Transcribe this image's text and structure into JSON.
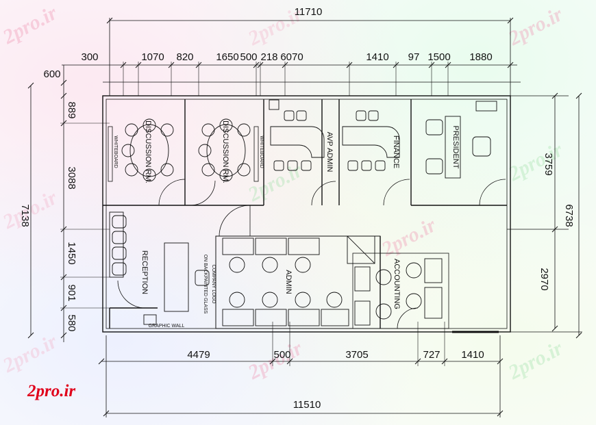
{
  "dimensions": {
    "top_total": "11710",
    "bottom_total": "11510",
    "top_row": [
      "300",
      "1070",
      "820",
      "1650",
      "500",
      "218",
      "6070",
      "1410",
      "97",
      "1500",
      "1880"
    ],
    "left_outer": "7138",
    "left_row": [
      "600",
      "889",
      "3088",
      "1450",
      "901",
      "580"
    ],
    "right_outer": "6738",
    "right_row": [
      "3759",
      "2970"
    ],
    "bottom_row": [
      "4479",
      "500",
      "3705",
      "727",
      "1410"
    ]
  },
  "rooms": {
    "discussion_1": "DISCUSSION RM.",
    "discussion_2": "DISCUSSION RM.",
    "whiteboard_1": "WHITEBOARD",
    "whiteboard_2": "WHITEBOARD",
    "avp_admin": "AVP ADMIN",
    "finance": "FINANCE",
    "president": "PRESIDENT",
    "reception": "RECEPTION",
    "logo_line1": "COMPANY LOGO",
    "logo_line2": "ON BACKPAINTED GLASS",
    "graphic_wall": "GRAPHIC WALL",
    "admin": "ADMIN",
    "accounting": "ACCOUNTING"
  },
  "watermark": "2pro.ir",
  "brand": "2pro.ir",
  "colors": {
    "line": "#111111",
    "watermark": "#f08fb0",
    "watermark_alt": "#9fe0a8",
    "brand": "#e0001b"
  }
}
